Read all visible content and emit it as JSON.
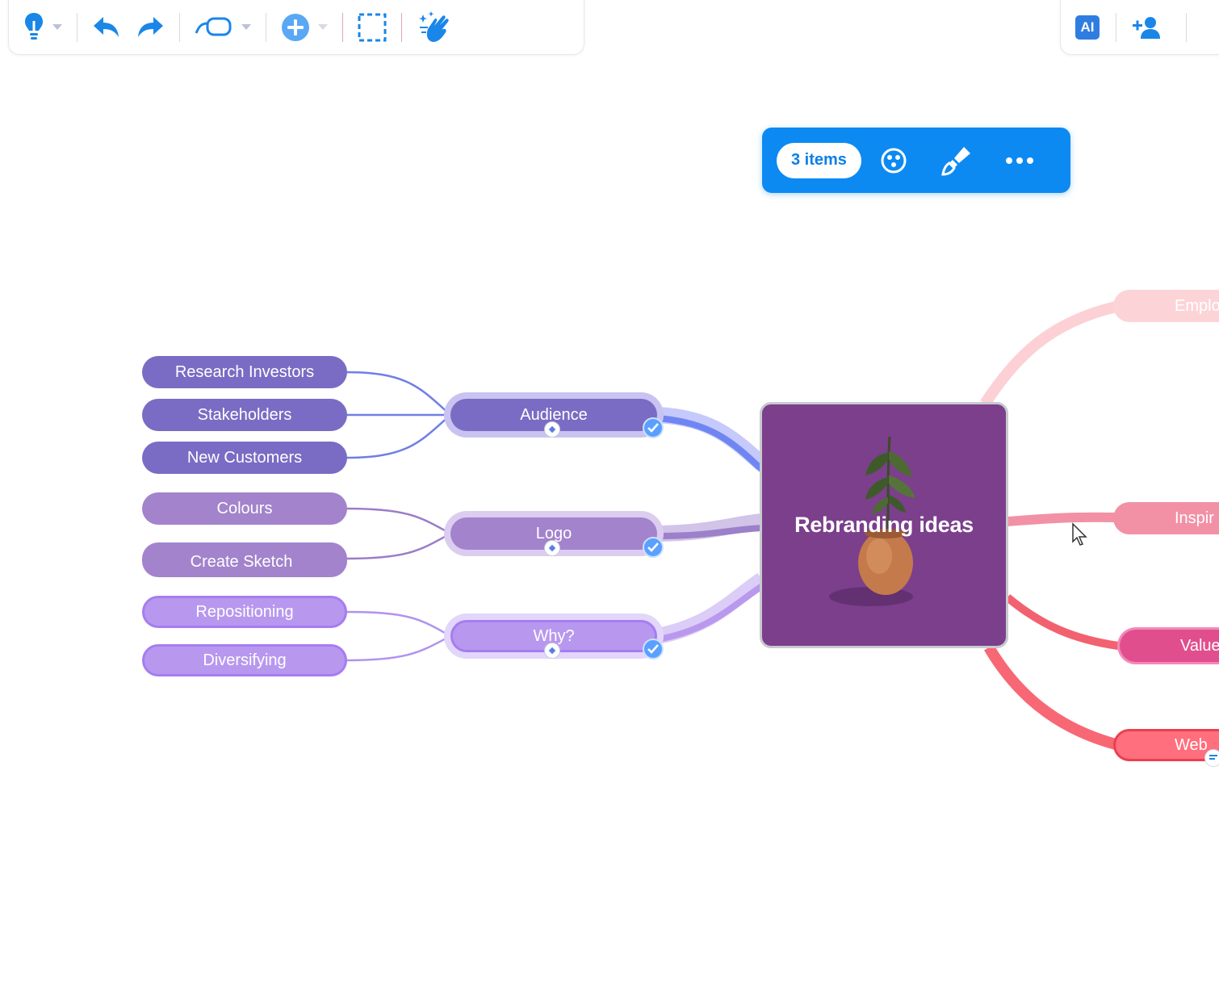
{
  "toolbar": {
    "left_tools": [
      {
        "name": "idea-tool",
        "icon": "lightbulb-icon",
        "has_dropdown": true
      },
      {
        "name": "undo",
        "icon": "undo-icon"
      },
      {
        "name": "redo",
        "icon": "redo-icon"
      },
      {
        "name": "connector-shape",
        "icon": "shape-connector-icon",
        "has_dropdown": true
      },
      {
        "name": "add",
        "icon": "plus-circle-icon",
        "has_dropdown": true
      },
      {
        "name": "select",
        "icon": "dashed-select-icon"
      },
      {
        "name": "magic",
        "icon": "magic-hand-icon"
      }
    ],
    "right_tools": [
      {
        "name": "ai",
        "label": "AI",
        "icon": "ai-icon"
      },
      {
        "name": "add-user",
        "icon": "add-user-icon"
      }
    ],
    "accent": "#1a86e8"
  },
  "selection_bar": {
    "count_label": "3 items",
    "actions": [
      "palette-icon",
      "brush-icon",
      "more-icon"
    ],
    "color": "#0d8af2"
  },
  "mindmap": {
    "root": {
      "title": "Rebranding ideas",
      "color": "#7b3f8b"
    },
    "branches": [
      {
        "label": "Audience",
        "color": "#7a6cc4",
        "children": [
          "Research Investors",
          "Stakeholders",
          "New Customers"
        ]
      },
      {
        "label": "Logo",
        "color": "#a283cc",
        "children": [
          "Colours",
          "Create Sketch"
        ]
      },
      {
        "label": "Why?",
        "color": "#b898ee",
        "children": [
          "Repositioning",
          "Diversifying"
        ]
      }
    ],
    "right_branches": [
      {
        "label": "Emplo",
        "color": "#fcd4d8"
      },
      {
        "label": "Inspir",
        "color": "#f291a6"
      },
      {
        "label": "Value",
        "color": "#e14e8e"
      },
      {
        "label": "Web",
        "color": "#ff6f7d"
      }
    ]
  }
}
